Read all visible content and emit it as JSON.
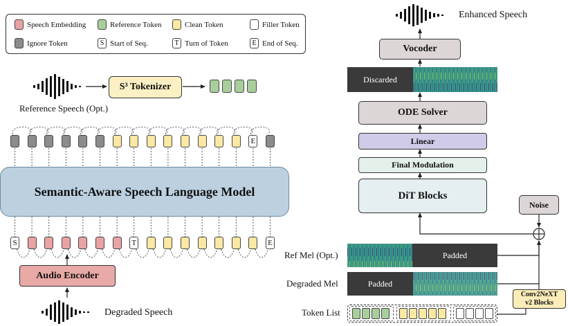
{
  "legend": {
    "items": [
      {
        "label": "Speech Embedding",
        "color": "#e8a3a3",
        "glyph": ""
      },
      {
        "label": "Reference Token",
        "color": "#a8cf9b",
        "glyph": ""
      },
      {
        "label": "Clean Token",
        "color": "#fbe9a3",
        "glyph": ""
      },
      {
        "label": "Filler Token",
        "color": "#ffffff",
        "glyph": ""
      },
      {
        "label": "Ignore Token",
        "color": "#8c8c8c",
        "glyph": ""
      },
      {
        "label": "Start of Seq.",
        "color": "#ffffff",
        "glyph": "S"
      },
      {
        "label": "Turn of Token",
        "color": "#ffffff",
        "glyph": "T"
      },
      {
        "label": "End of Seq.",
        "color": "#ffffff",
        "glyph": "E"
      }
    ]
  },
  "left": {
    "tokenizer_label": "S³ Tokenizer",
    "reference_speech_label": "Reference Speech (Opt.)",
    "lm_label": "Semantic-Aware Speech Language Model",
    "audio_encoder_label": "Audio Encoder",
    "degraded_speech_label": "Degraded Speech",
    "top_tokens": [
      "ignore",
      "ignore",
      "ignore",
      "ignore",
      "ignore",
      "ignore",
      "clean",
      "clean",
      "clean",
      "clean",
      "clean",
      "clean",
      "clean",
      "clean",
      "E",
      "ignore"
    ],
    "bottom_tokens": [
      "S",
      "emb",
      "emb",
      "emb",
      "emb",
      "emb",
      "emb",
      "T",
      "clean",
      "clean",
      "clean",
      "clean",
      "clean",
      "clean",
      "clean",
      "E"
    ],
    "top_glyphs": {
      "14": "E"
    },
    "bottom_glyphs": {
      "0": "S",
      "7": "T",
      "15": "E"
    }
  },
  "right": {
    "enhanced_speech_label": "Enhanced Speech",
    "vocoder_label": "Vocoder",
    "discarded_label": "Discarded",
    "ode_label": "ODE Solver",
    "linear_label": "Linear",
    "final_mod_label": "Final Modulation",
    "dit_label": "DiT Blocks",
    "noise_label": "Noise",
    "ref_mel_label": "Ref Mel (Opt.)",
    "padded_label_1": "Padded",
    "degraded_mel_label": "Degraded Mel",
    "padded_label_2": "Padded",
    "token_list_label": "Token List",
    "conv_label_1": "Conv2NeXT",
    "conv_label_2": "v2 Blocks"
  },
  "colors": {
    "emb": "#e8a3a3",
    "ref": "#a8cf9b",
    "clean": "#fbe9a3",
    "ignore": "#8c8c8c",
    "lm": "#bcd0e0",
    "encoder": "#e8aaa6",
    "gray_box": "#dcd6d6",
    "linear": "#cfcbe8",
    "final_mod": "#e4f1ea",
    "dit": "#e5eef1",
    "conv": "#fbecb8",
    "dark": "#3a3a3a"
  }
}
